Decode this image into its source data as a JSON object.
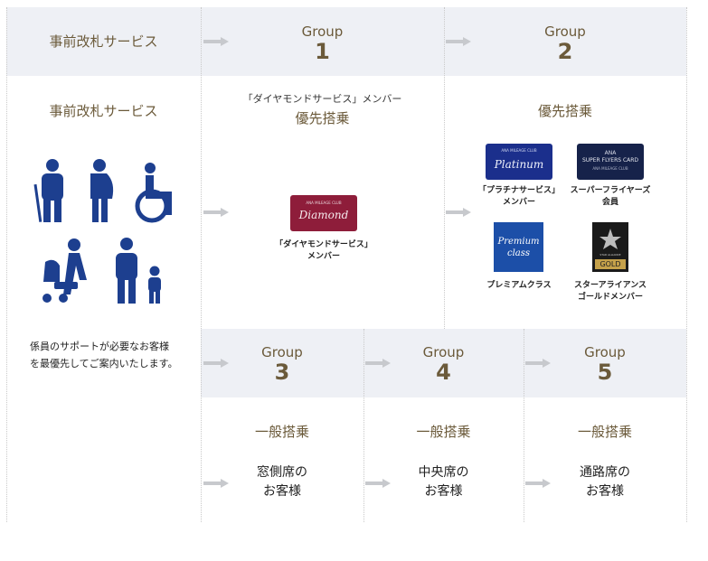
{
  "header": {
    "service_label": "事前改札サービス",
    "groups": [
      {
        "word": "Group",
        "num": "1"
      },
      {
        "word": "Group",
        "num": "2"
      }
    ]
  },
  "left": {
    "title": "事前改札サービス",
    "description_line1": "係員のサポートが必要なお客様",
    "description_line2": "を最優先してご案内いたします。"
  },
  "group1": {
    "subtitle": "「ダイヤモンドサービス」メンバー",
    "title": "優先搭乗",
    "card_caption_line1": "「ダイヤモンドサービス」",
    "card_caption_line2": "メンバー"
  },
  "group2": {
    "title": "優先搭乗",
    "cards": [
      {
        "line1": "「プラチナサービス」",
        "line2": "メンバー"
      },
      {
        "line1": "スーパーフライヤーズ",
        "line2": "会員"
      },
      {
        "line1": "プレミアムクラス",
        "line2": ""
      },
      {
        "line1": "スターアライアンス",
        "line2": "ゴールドメンバー"
      }
    ]
  },
  "lower_groups": [
    {
      "word": "Group",
      "num": "3",
      "title": "一般搭乗",
      "line1": "窓側席の",
      "line2": "お客様"
    },
    {
      "word": "Group",
      "num": "4",
      "title": "一般搭乗",
      "line1": "中央席の",
      "line2": "お客様"
    },
    {
      "word": "Group",
      "num": "5",
      "title": "一般搭乗",
      "line1": "通路席の",
      "line2": "お客様"
    }
  ],
  "card_art": {
    "diamond": {
      "small": "ANA MILEAGE CLUB",
      "script": "Diamond",
      "color": "#8e1d3a"
    },
    "platinum": {
      "small": "ANA MILEAGE CLUB",
      "script": "Platinum",
      "color": "#1b2f8c"
    },
    "sfc": {
      "line1": "ANA",
      "line2": "SUPER FLYERS CARD",
      "line3": "ANA MILEAGE CLUB",
      "color": "#16224a"
    },
    "premium": {
      "line1": "Premium",
      "line2": "class",
      "color": "#1c4fa8"
    },
    "star": {
      "small": "STAR ALLIANCE",
      "gold": "GOLD",
      "color": "#1a1a1a"
    }
  },
  "colors": {
    "band": "#eef0f5",
    "accent_text": "#6b5a3a",
    "icon_blue": "#1d3f8f",
    "arrow": "#c7c9cd"
  }
}
